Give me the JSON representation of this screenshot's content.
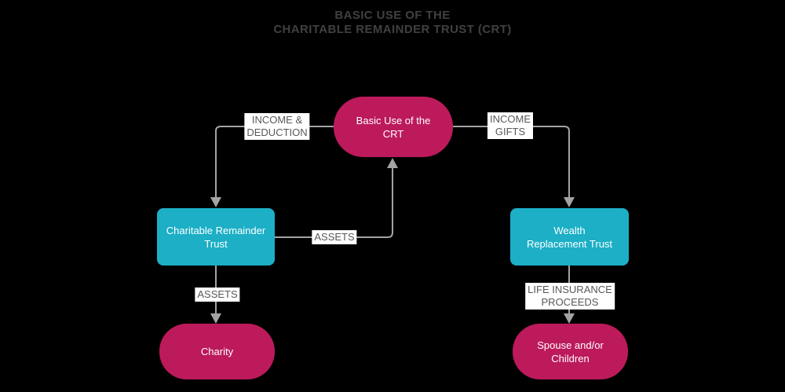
{
  "title": "BASIC USE OF THE\nCHARITABLE REMAINDER TRUST (CRT)",
  "nodes": {
    "basic_use": {
      "label": "Basic Use of the\nCRT",
      "shape": "stadium"
    },
    "charitable_remainder_trust": {
      "label": "Charitable Remainder\nTrust",
      "shape": "rect"
    },
    "wealth_replacement_trust": {
      "label": "Wealth\nReplacement Trust",
      "shape": "rect"
    },
    "charity": {
      "label": "Charity",
      "shape": "stadium"
    },
    "spouse_children": {
      "label": "Spouse and/or\nChildren",
      "shape": "stadium"
    }
  },
  "edges": {
    "income_deduction": {
      "label": "INCOME &\nDEDUCTION",
      "from": "basic_use",
      "to": "charitable_remainder_trust"
    },
    "income_gifts": {
      "label": "INCOME\nGIFTS",
      "from": "basic_use",
      "to": "wealth_replacement_trust"
    },
    "assets_up": {
      "label": "ASSETS",
      "from": "charitable_remainder_trust",
      "to": "basic_use"
    },
    "assets_down": {
      "label": "ASSETS",
      "from": "charitable_remainder_trust",
      "to": "charity"
    },
    "life_insurance": {
      "label": "LIFE INSURANCE\nPROCEEDS",
      "from": "wealth_replacement_trust",
      "to": "spouse_children"
    }
  },
  "colors": {
    "background": "#000000",
    "crimson": "#BC1A5B",
    "teal": "#1CAFC6",
    "line": "#A3A3A3",
    "label_bg": "#FFFFFF",
    "label_text": "#595959",
    "title_text": "#404040",
    "node_text": "#FFFFFF"
  }
}
